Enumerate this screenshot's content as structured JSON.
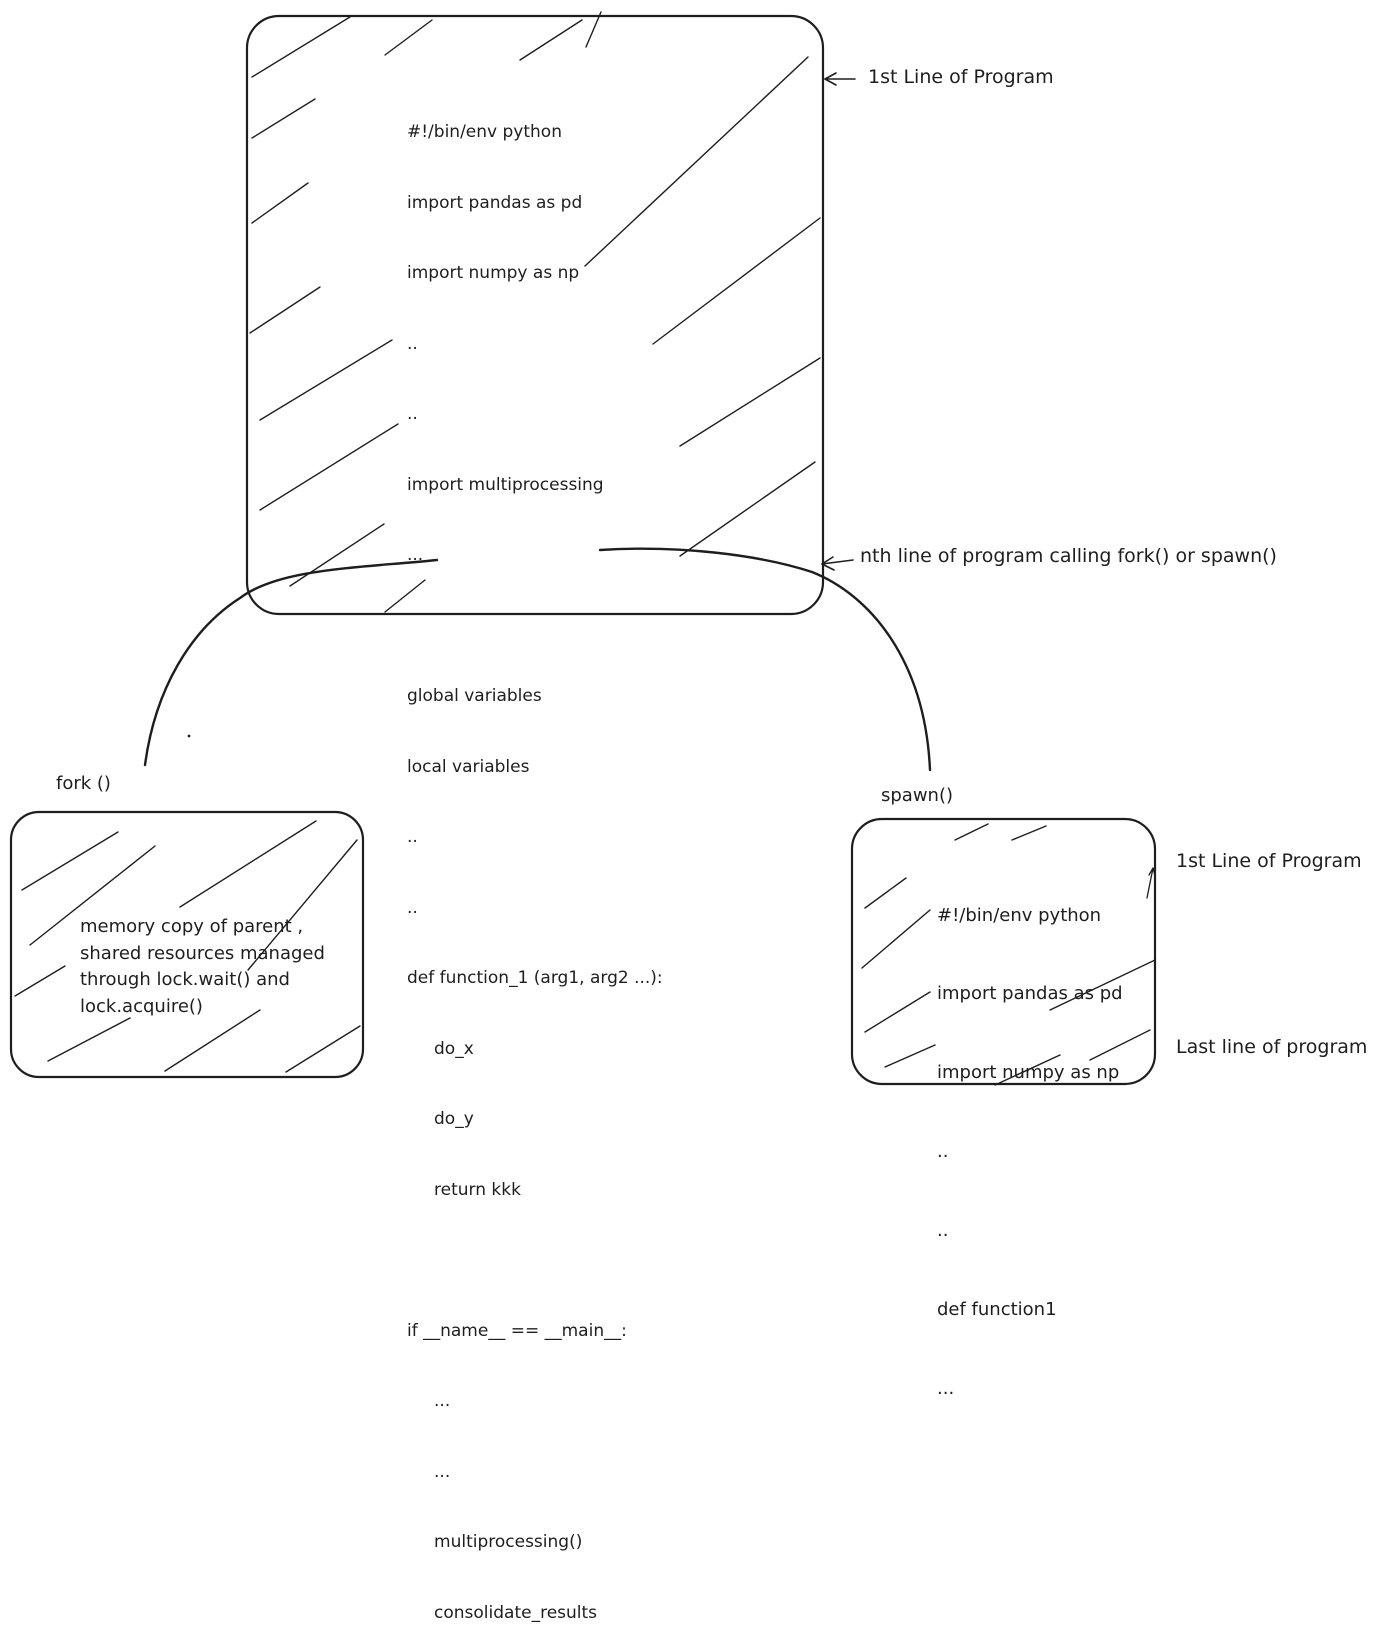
{
  "main_program": {
    "lines": [
      "#!/bin/env python",
      "import pandas as pd",
      "import numpy as np",
      "..",
      "..",
      "import multiprocessing",
      "...",
      "",
      "global variables",
      "local variables",
      "..",
      "..",
      "def function_1 (arg1, arg2 ...):",
      "     do_x",
      "     do_y",
      "     return kkk",
      "",
      "if __name__ == __main__:",
      "     ...",
      "     ...",
      "     multiprocessing()",
      "     consolidate_results"
    ]
  },
  "annotations": {
    "first_line": "1st Line of Program",
    "nth_line": "nth line of program calling fork() or spawn()"
  },
  "fork": {
    "label": "fork ()",
    "note": "memory copy of parent ,\nshared resources managed\nthrough lock.wait() and\nlock.acquire()"
  },
  "spawn": {
    "label": "spawn()",
    "lines": [
      "#!/bin/env python",
      "import pandas as pd",
      "import numpy as np",
      "..",
      "..",
      "def function1",
      "..."
    ],
    "first_line": "1st Line of Program",
    "last_line": "Last line of program"
  }
}
